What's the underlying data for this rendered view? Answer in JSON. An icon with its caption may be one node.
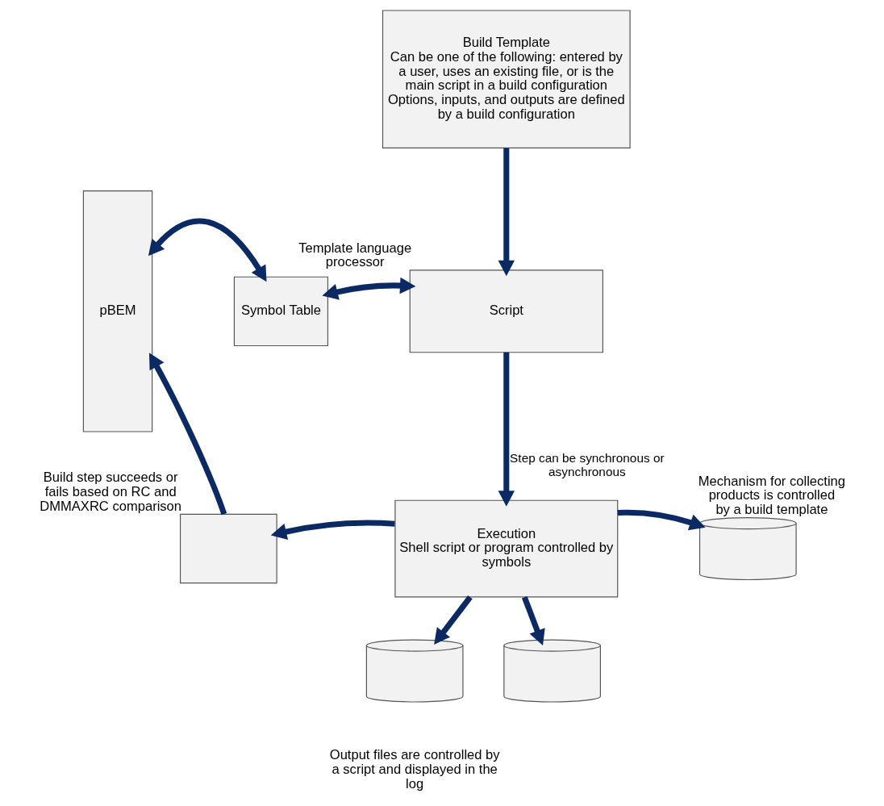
{
  "diagram": {
    "nodes": [
      {
        "text": [
          "Build Template",
          "Can be one of the following: entered by a user, uses an existing file, or is the main script in a build configuration",
          "Options, inputs, and outputs are defined by a build configuration"
        ]
      },
      {
        "text": [
          "pBEM"
        ]
      },
      {
        "text": [
          "Symbol Table"
        ]
      },
      {
        "text": [
          "Script"
        ],
        "beside": [
          "Template language processor"
        ]
      },
      {
        "text": [],
        "shape": "box",
        "beside": [
          "Build step succeeds or fails based on RC and DMMAXRC comparison"
        ]
      },
      {
        "text": [
          "Execution",
          "Shell script or program controlled by symbols"
        ]
      },
      {
        "text": [],
        "shape": "cylinder",
        "beside": [
          "Mechanism for collecting products is controlled by a build template"
        ]
      },
      {
        "text": [],
        "shape": "cylinder"
      },
      {
        "text": [],
        "shape": "cylinder"
      }
    ],
    "edges": [
      {
        "from": 0,
        "to": 3,
        "arrow": "to"
      },
      {
        "from": 1,
        "to": 2,
        "arrow": "both"
      },
      {
        "from": 2,
        "to": 3,
        "arrow": "both"
      },
      {
        "from": 3,
        "to": 5,
        "arrow": "to",
        "label": "Step can be synchronous or asynchronous"
      },
      {
        "from": 5,
        "to": 4,
        "arrow": "to"
      },
      {
        "from": 4,
        "to": 1,
        "arrow": "to"
      },
      {
        "from": 5,
        "to": 6,
        "arrow": "to"
      },
      {
        "from": 5,
        "to": 7,
        "arrow": "to"
      },
      {
        "from": 5,
        "to": 8,
        "arrow": "to"
      }
    ],
    "labels": [
      "Output files are controlled by a script and displayed in the log"
    ]
  }
}
